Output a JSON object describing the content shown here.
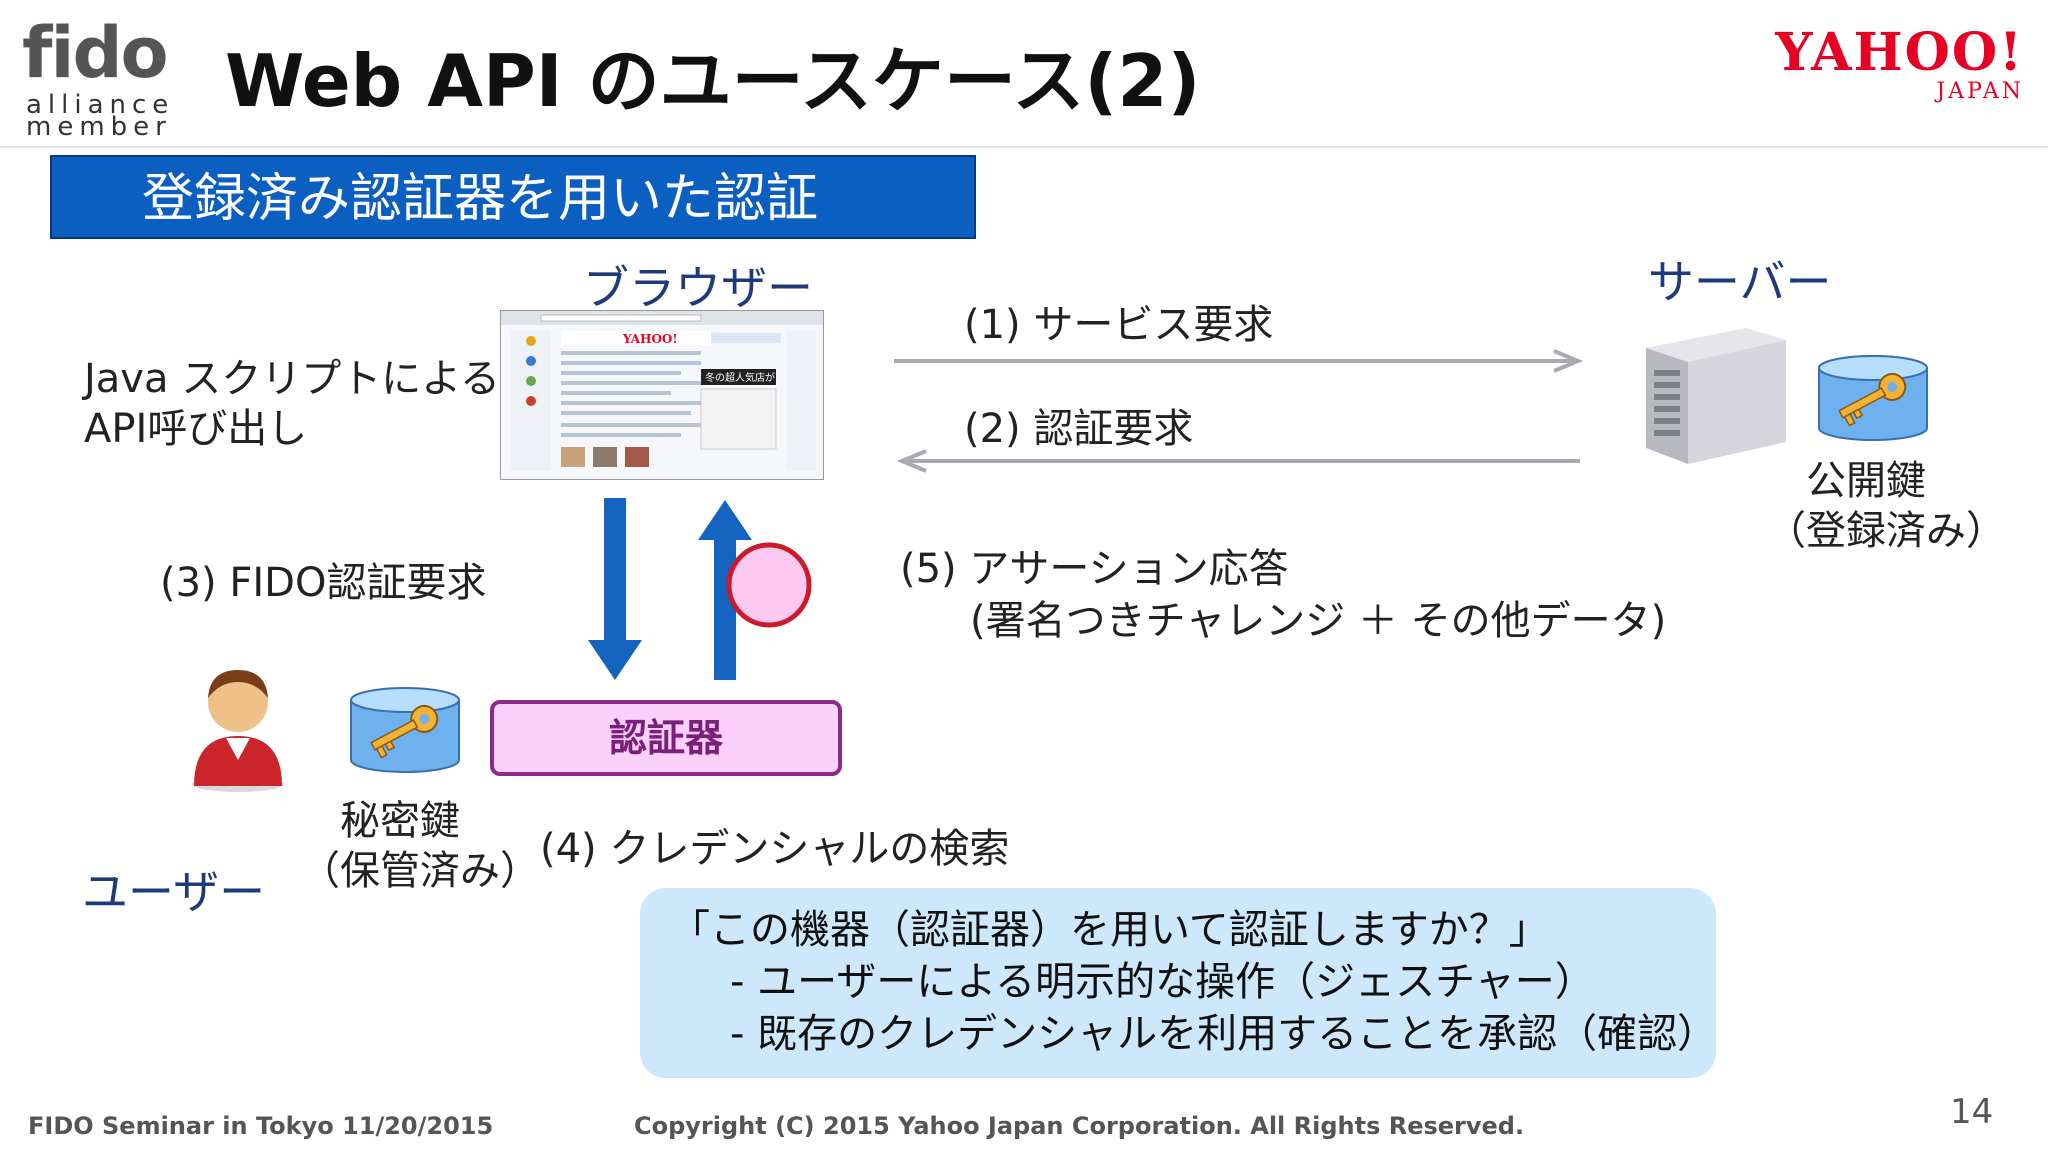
{
  "header": {
    "fido_logo": "fido",
    "fido_sub1": "alliance",
    "fido_sub2": "member",
    "title": "Web API のユースケース(2)",
    "yahoo_logo": "YAHOO!",
    "yahoo_sub": "JAPAN"
  },
  "section_title": "登録済み認証器を用いた認証",
  "diagram": {
    "browser_label": "ブラウザー",
    "server_label": "サーバー",
    "user_label": "ユーザー",
    "js_line1": "Java スクリプトによる",
    "js_line2": "API呼び出し",
    "step1": "(1) サービス要求",
    "step2": "(2) 認証要求",
    "step3": "(3) FIDO認証要求",
    "step4": "(4) クレデンシャルの検索",
    "step5_line1": "(5) アサーション応答",
    "step5_line2": "(署名つきチャレンジ ＋ その他データ)",
    "public_key_line1": "公開鍵",
    "public_key_line2": "（登録済み）",
    "private_key_line1": "秘密鍵",
    "private_key_line2": "（保管済み）",
    "authenticator": "認証器",
    "browser_screenshot_text1": "YAHOO!",
    "browser_screenshot_text2": "冬の超人気店が"
  },
  "confirm_box": {
    "line1": "「この機器（認証器）を用いて認証しますか？」",
    "line2": "- ユーザーによる明示的な操作（ジェスチャー）",
    "line3": "- 既存のクレデンシャルを利用することを承認（確認）"
  },
  "footer": {
    "left": "FIDO Seminar in Tokyo 11/20/2015",
    "center": "Copyright (C) 2015 Yahoo Japan Corporation. All Rights Reserved.",
    "page": "14"
  },
  "colors": {
    "section_bg": "#0a5fc0",
    "label_blue": "#1f3a7a",
    "arrow_gray": "#a9a9b2",
    "arrow_blue": "#1565c0",
    "authenticator_border": "#8a2a8a",
    "authenticator_fill": "#fbd0fb",
    "confirm_bg": "#cde8fb",
    "yahoo_red": "#e60023"
  }
}
